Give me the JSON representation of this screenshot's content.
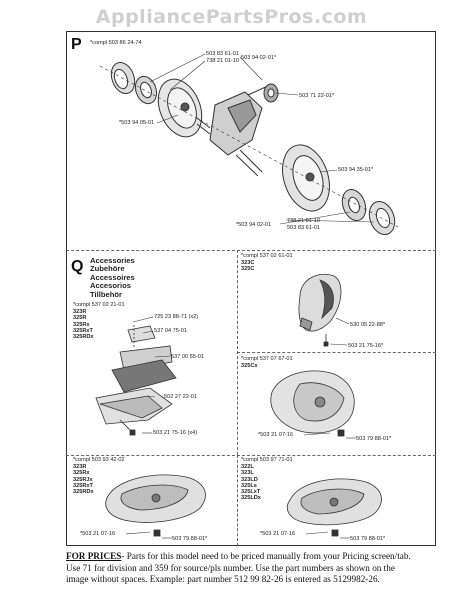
{
  "watermark": "AppliancePartsPros.com",
  "section_p": {
    "letter": "P",
    "compl": "*compl 503 86 24-74",
    "labels": {
      "l1": "503 83 61-01",
      "l2": "738 21 01-10",
      "l3": "503 94 02-01*",
      "l4": "503 71 22-01*",
      "l5": "*503 94 05-01",
      "l6": "503 94 35-01*",
      "l7": "*503 94 02-01",
      "l8": "738 21 01-10",
      "l9": "503 83 61-01"
    }
  },
  "section_q": {
    "letter": "Q",
    "titles": [
      "Accessories",
      "Zubehöre",
      "Accessoires",
      "Accesorios",
      "Tillbehör"
    ],
    "panel_a": {
      "compl": "*compl 537 02 21-01",
      "models": "323R\n325R\n325Rx\n325RxT\n325RDx",
      "labels": [
        "725 23 88-71 (x2)",
        "537 04 75-01",
        "537 00 55-01",
        "502 27 22-01",
        "503 21 75-16 (x4)"
      ]
    },
    "panel_b": {
      "compl": "*compl 537 02 61-01",
      "models": "323C\n325C",
      "labels": [
        "530 05 22-88*",
        "503 21 75-16*"
      ]
    },
    "panel_c": {
      "compl": "*compl 537 07 67-01",
      "models": "325Cx",
      "labels": [
        "*503 21 07-16",
        "503 79 88-01*"
      ]
    },
    "panel_d": {
      "compl": "*compl 503 93 42-02",
      "models": "323R\n325Rx\n325RJx\n325RxT\n325RDx",
      "labels": [
        "*503 21 07-16",
        "503 79 88-01*"
      ]
    },
    "panel_e": {
      "compl": "*compl 503 97 71-01",
      "models": "322L\n323L\n323LD\n325Ls\n325LxT\n325LDx",
      "labels": [
        "*503 21 07-16",
        "503 79 88-01*"
      ]
    }
  },
  "footer": {
    "prices_label": "FOR PRICES",
    "line1": "- Parts for this model need to be priced manually from your Pricing screen/tab.",
    "line2": "Use 71 for division and 359 for source/pls number.  Use the part numbers as shown on the",
    "line3": "image without spaces.  Example: part number 512 99 82-26 is entered as 5129982-26."
  }
}
